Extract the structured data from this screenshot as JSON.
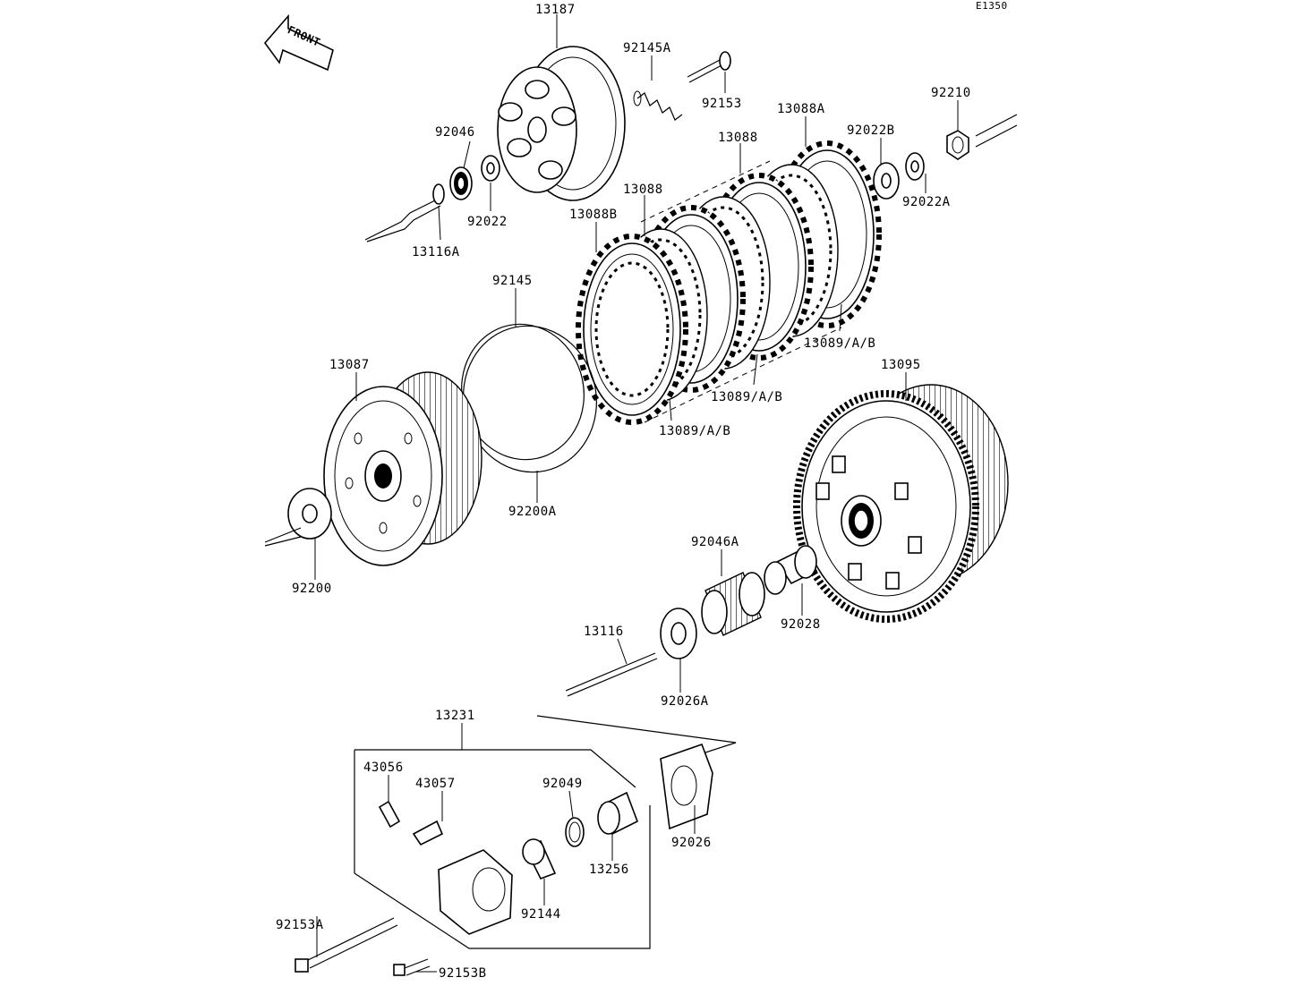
{
  "diagram_code": "E1350",
  "front_label": "FRONT",
  "labels": {
    "p13187": "13187",
    "p92145A": "92145A",
    "p92153": "92153",
    "p92046": "92046",
    "p92022": "92022",
    "p13116A": "13116A",
    "p13088A": "13088A",
    "p13088_upper": "13088",
    "p13088_lower": "13088",
    "p13088B": "13088B",
    "p92022B": "92022B",
    "p92210": "92210",
    "p92022A": "92022A",
    "p92145": "92145",
    "p13089_right": "13089/A/B",
    "p13089_mid": "13089/A/B",
    "p13089_bottom": "13089/A/B",
    "p13087": "13087",
    "p13095": "13095",
    "p92200A": "92200A",
    "p92200": "92200",
    "p92046A": "92046A",
    "p92028": "92028",
    "p13116": "13116",
    "p92026A": "92026A",
    "p13231": "13231",
    "p43056": "43056",
    "p43057": "43057",
    "p92049": "92049",
    "p92026": "92026",
    "p13256": "13256",
    "p92144": "92144",
    "p92153A": "92153A",
    "p92153B": "92153B"
  }
}
